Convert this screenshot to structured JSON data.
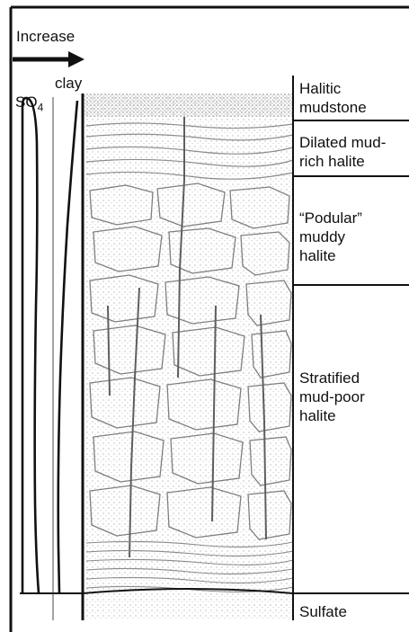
{
  "header": {
    "trend_label": "Increase",
    "so4_prefix": "SO",
    "so4_subscript": "4",
    "clay_label": "clay"
  },
  "units": [
    {
      "id": "halitic-mudstone",
      "label": "Halitic\nmudstone"
    },
    {
      "id": "dilated-mud-rich-halite",
      "label": "Dilated mud-\nrich halite"
    },
    {
      "id": "podular-muddy-halite",
      "label": "“Podular”\nmuddy\nhalite"
    },
    {
      "id": "stratified-mud-poor-halite",
      "label": "Stratified\nmud-poor\nhalite"
    },
    {
      "id": "sulfate",
      "label": "Sulfate"
    }
  ],
  "colors": {
    "ink": "#111111",
    "core_texture": "#8a8a8a"
  }
}
